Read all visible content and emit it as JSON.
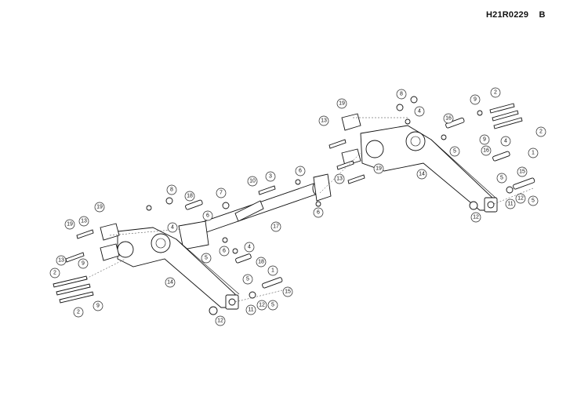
{
  "header": {
    "code": "H21R0229",
    "revision": "B"
  },
  "callouts": [
    {
      "label": "1"
    },
    {
      "label": "2"
    },
    {
      "label": "3"
    },
    {
      "label": "4"
    },
    {
      "label": "5"
    },
    {
      "label": "6"
    },
    {
      "label": "7"
    },
    {
      "label": "8"
    },
    {
      "label": "9"
    },
    {
      "label": "10"
    },
    {
      "label": "11"
    },
    {
      "label": "12"
    },
    {
      "label": "13"
    },
    {
      "label": "14"
    },
    {
      "label": "15"
    },
    {
      "label": "16"
    },
    {
      "label": "17"
    },
    {
      "label": "18"
    },
    {
      "label": "19"
    }
  ]
}
